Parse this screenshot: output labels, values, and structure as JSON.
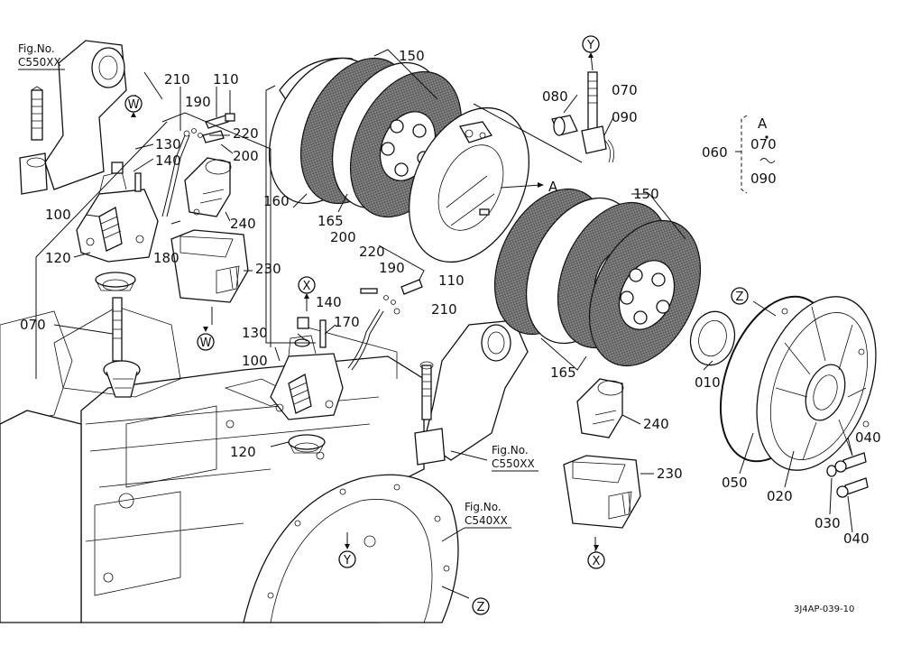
{
  "diagram": {
    "figure_refs": [
      {
        "id": "ref1",
        "line1": "Fig.No.",
        "line2": "C550XX"
      },
      {
        "id": "ref2",
        "line1": "Fig.No.",
        "line2": "C550XX"
      },
      {
        "id": "ref3",
        "line1": "Fig.No.",
        "line2": "C540XX"
      }
    ],
    "part_numbers": [
      {
        "id": "p210a",
        "text": "210"
      },
      {
        "id": "p190a",
        "text": "190"
      },
      {
        "id": "p110a",
        "text": "110"
      },
      {
        "id": "p220a",
        "text": "220"
      },
      {
        "id": "p200a",
        "text": "200"
      },
      {
        "id": "p130a",
        "text": "130"
      },
      {
        "id": "p140a",
        "text": "140"
      },
      {
        "id": "p100a",
        "text": "100"
      },
      {
        "id": "p120a",
        "text": "120"
      },
      {
        "id": "p180",
        "text": "180"
      },
      {
        "id": "p240a",
        "text": "240"
      },
      {
        "id": "p230a",
        "text": "230"
      },
      {
        "id": "p070a",
        "text": "070"
      },
      {
        "id": "p160",
        "text": "160"
      },
      {
        "id": "p165a",
        "text": "165"
      },
      {
        "id": "p150a",
        "text": "150"
      },
      {
        "id": "p080",
        "text": "080"
      },
      {
        "id": "p070b",
        "text": "070"
      },
      {
        "id": "p090",
        "text": "090"
      },
      {
        "id": "p060",
        "text": "060"
      },
      {
        "id": "pA",
        "text": "A"
      },
      {
        "id": "p070c",
        "text": "070"
      },
      {
        "id": "p090b",
        "text": "090"
      },
      {
        "id": "p200b",
        "text": "200"
      },
      {
        "id": "p220b",
        "text": "220"
      },
      {
        "id": "p190b",
        "text": "190"
      },
      {
        "id": "p110b",
        "text": "110"
      },
      {
        "id": "p210b",
        "text": "210"
      },
      {
        "id": "p140b",
        "text": "140"
      },
      {
        "id": "p130b",
        "text": "130"
      },
      {
        "id": "p170",
        "text": "170"
      },
      {
        "id": "p100b",
        "text": "100"
      },
      {
        "id": "p120b",
        "text": "120"
      },
      {
        "id": "p150b",
        "text": "150"
      },
      {
        "id": "p165b",
        "text": "165"
      },
      {
        "id": "p010",
        "text": "010"
      },
      {
        "id": "p240b",
        "text": "240"
      },
      {
        "id": "p230b",
        "text": "230"
      },
      {
        "id": "p040a",
        "text": "040"
      },
      {
        "id": "p050",
        "text": "050"
      },
      {
        "id": "p020",
        "text": "020"
      },
      {
        "id": "p030",
        "text": "030"
      },
      {
        "id": "p040b",
        "text": "040"
      },
      {
        "id": "pArrowA",
        "text": "A"
      }
    ],
    "circle_markers": [
      {
        "id": "cW1",
        "text": "W"
      },
      {
        "id": "cW2",
        "text": "W"
      },
      {
        "id": "cX1",
        "text": "X"
      },
      {
        "id": "cX2",
        "text": "X"
      },
      {
        "id": "cY1",
        "text": "Y"
      },
      {
        "id": "cY2",
        "text": "Y"
      },
      {
        "id": "cZ1",
        "text": "Z"
      },
      {
        "id": "cZ2",
        "text": "Z"
      }
    ],
    "drawing_code": "3J4AP-039-10"
  }
}
